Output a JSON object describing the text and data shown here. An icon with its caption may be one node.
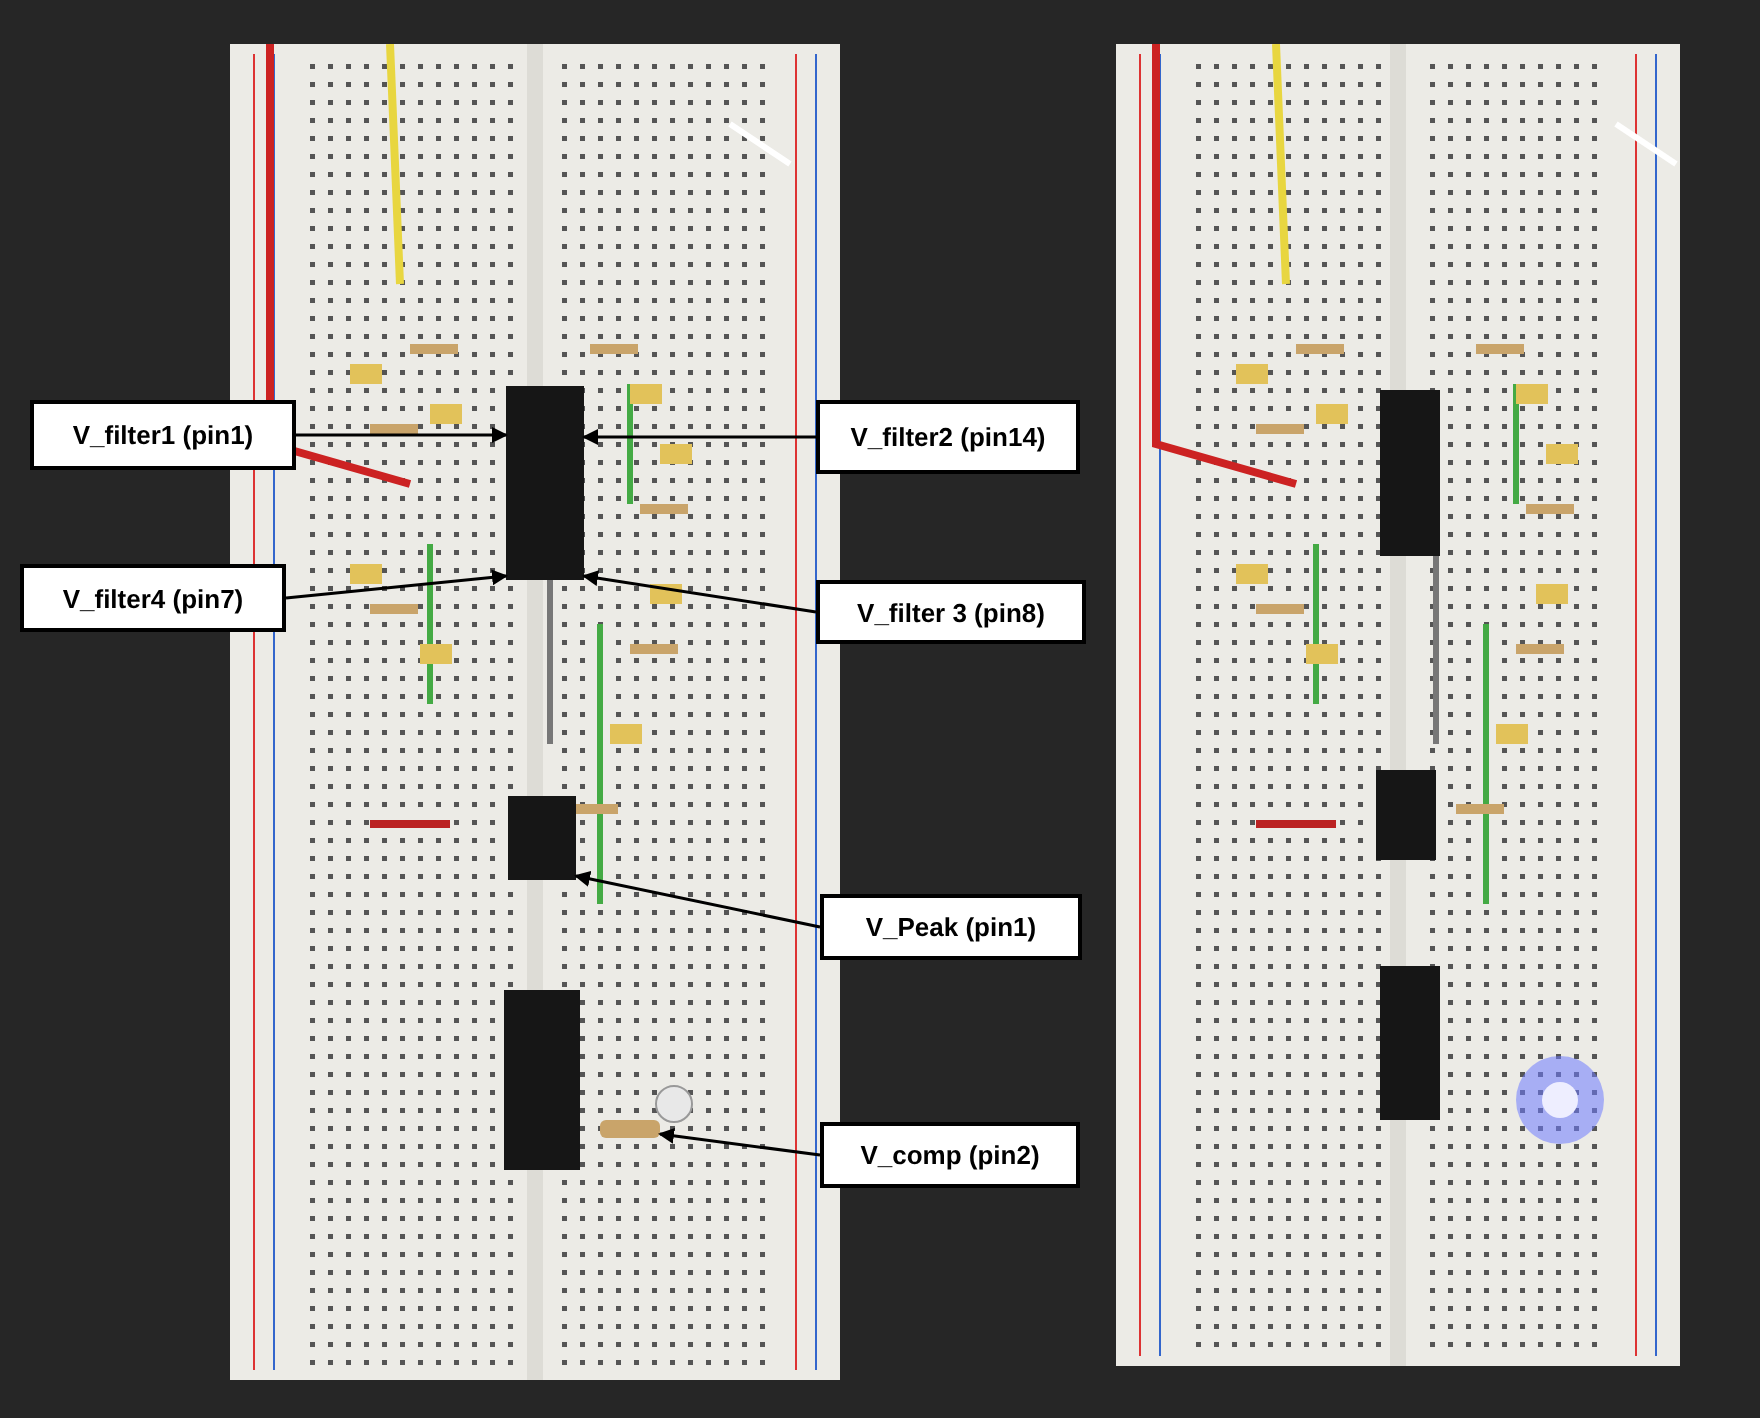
{
  "diagram": {
    "nodes": [
      {
        "text": [],
        "shape": "picture"
      },
      {
        "text": [],
        "shape": "box",
        "in": 0
      },
      {
        "text": [],
        "shape": "box",
        "in": 0
      },
      {
        "text": [],
        "shape": "box",
        "in": 0
      },
      {
        "text": [],
        "shape": "picture"
      },
      {
        "text": [
          "V_filter1 (pin1)"
        ]
      },
      {
        "text": [
          "V_filter2 (pin14)"
        ]
      },
      {
        "text": [
          "V_filter4 (pin7)"
        ]
      },
      {
        "text": [
          "V_filter 3 (pin8)"
        ]
      },
      {
        "text": [
          "V_Peak (pin1)"
        ]
      },
      {
        "text": [
          "V_comp (pin2)"
        ]
      }
    ],
    "edges": [
      {
        "from": 5,
        "to": 1,
        "arrow": "to"
      },
      {
        "from": 6,
        "to": 1,
        "arrow": "to"
      },
      {
        "from": 7,
        "to": 1,
        "arrow": "to"
      },
      {
        "from": 8,
        "to": 1,
        "arrow": "to"
      },
      {
        "from": 9,
        "to": 2,
        "arrow": "to"
      },
      {
        "from": 10,
        "to": 3,
        "arrow": "to"
      }
    ]
  }
}
